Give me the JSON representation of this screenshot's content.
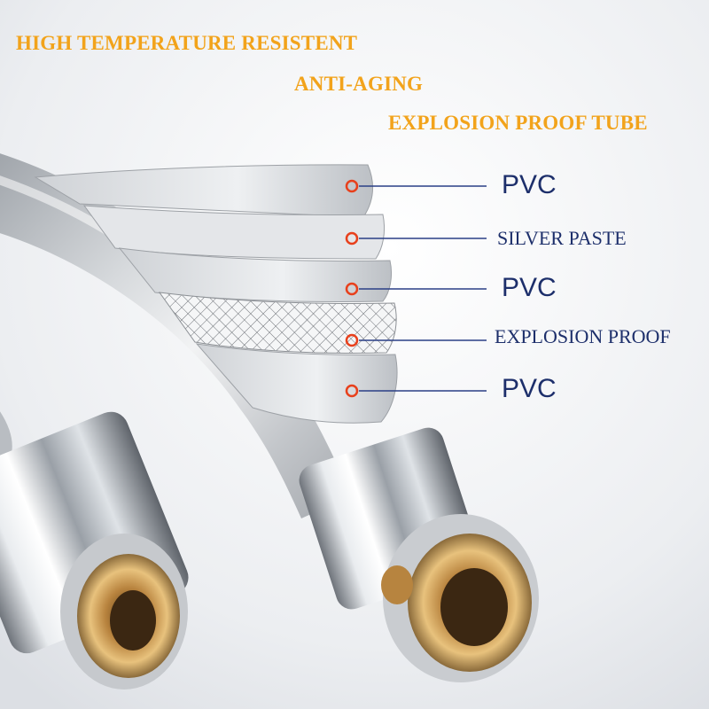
{
  "headlines": {
    "line1": "HIGH TEMPERATURE RESISTENT",
    "line2": "ANTI-AGING",
    "line3": "EXPLOSION PROOF TUBE"
  },
  "layers": [
    {
      "label": "PVC"
    },
    {
      "label": "SILVER PASTE"
    },
    {
      "label": "PVC"
    },
    {
      "label": "EXPLOSION PROOF"
    },
    {
      "label": "PVC"
    }
  ],
  "colors": {
    "headline": "#f2a31b",
    "label": "#1d2f6b",
    "marker": "#e8401c",
    "leader": "#2a3f86"
  }
}
